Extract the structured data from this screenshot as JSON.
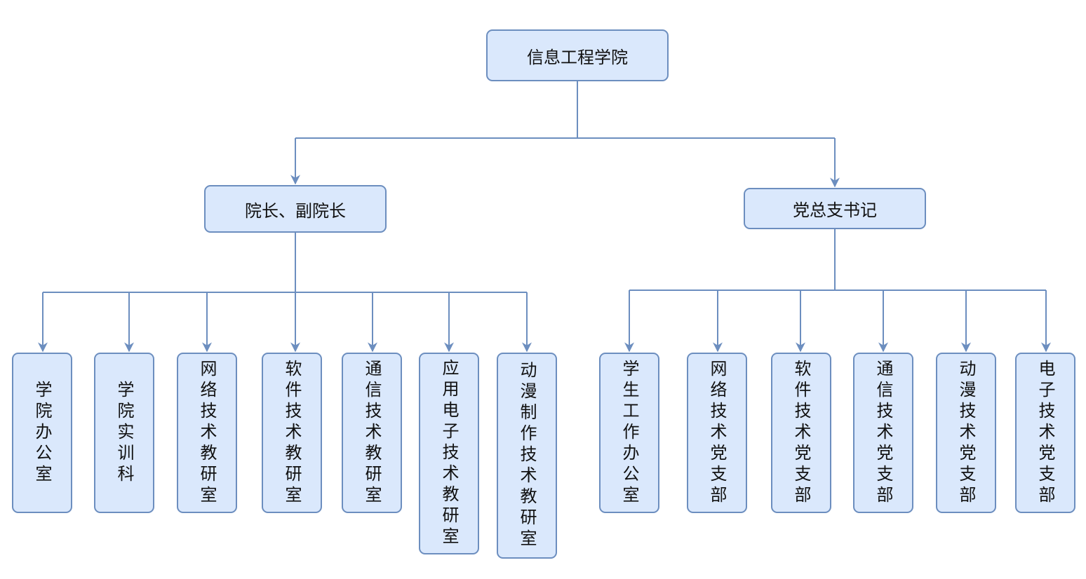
{
  "colors": {
    "box_fill": "#dae8fc",
    "box_border": "#6c8ebf",
    "connector": "#6c8ebf",
    "text": "#111111"
  },
  "root": {
    "label": "信息工程学院"
  },
  "branches": [
    {
      "label": "院长、副院长",
      "children": [
        "学院办公室",
        "学院实训科",
        "网络技术教研室",
        "软件技术教研室",
        "通信技术教研室",
        "应用电子技术教研室",
        "动漫制作技术教研室"
      ]
    },
    {
      "label": "党总支书记",
      "children": [
        "学生工作办公室",
        "网络技术党支部",
        "软件技术党支部",
        "通信技术党支部",
        "动漫技术党支部",
        "电子技术党支部"
      ]
    }
  ]
}
